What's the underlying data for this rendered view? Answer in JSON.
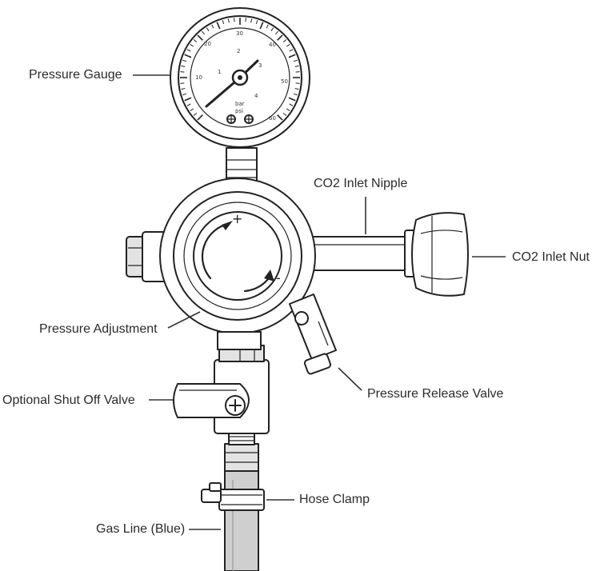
{
  "labels": {
    "pressure_gauge": "Pressure Gauge",
    "co2_inlet_nipple": "CO2 Inlet Nipple",
    "co2_inlet_nut": "CO2 Inlet Nut",
    "pressure_adjustment": "Pressure Adjustment",
    "pressure_release_valve": "Pressure Release Valve",
    "optional_shut_off_valve": "Optional Shut Off Valve",
    "hose_clamp": "Hose Clamp",
    "gas_line": "Gas Line (Blue)"
  },
  "gauge": {
    "outer_scale": [
      "20",
      "30",
      "40",
      "50",
      "60"
    ],
    "inner_scale": [
      "10",
      "1",
      "2",
      "3",
      "4"
    ],
    "units": [
      "bar",
      "psi"
    ]
  },
  "knob_marks": {
    "plus": "+",
    "minus": "-"
  }
}
